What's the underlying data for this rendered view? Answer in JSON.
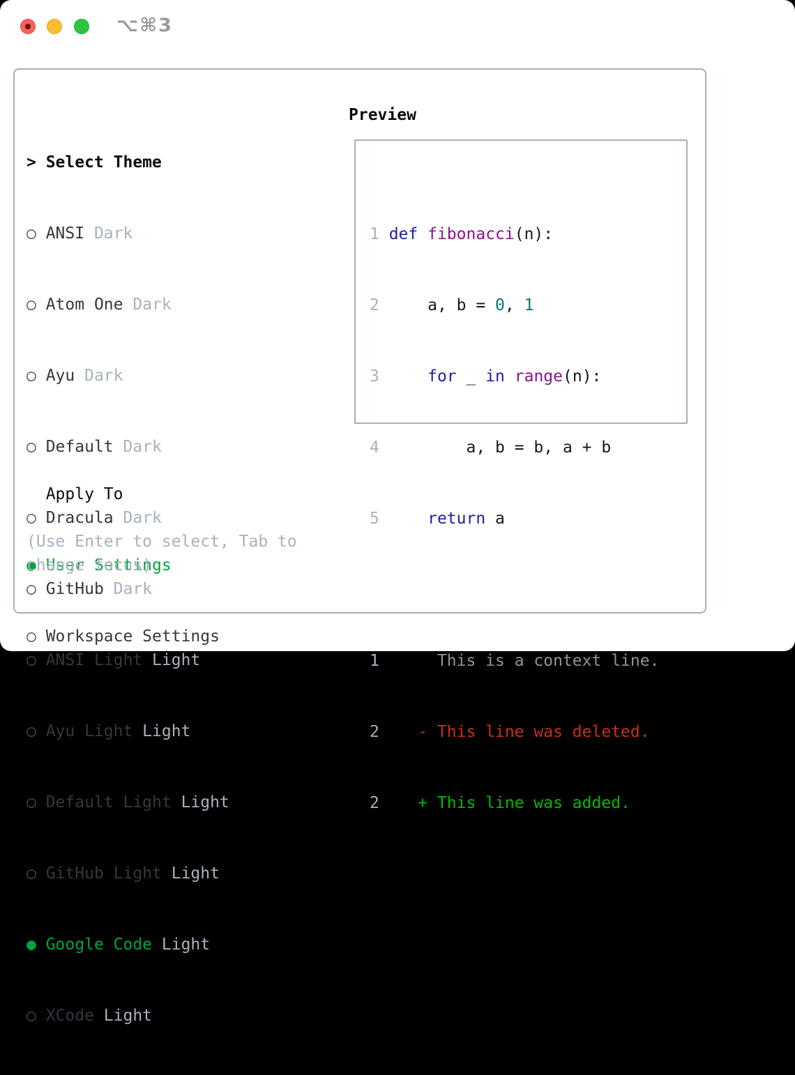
{
  "window": {
    "titlebar": {
      "shortcut_label": "⌥⌘3",
      "buttons": [
        "close",
        "minimize",
        "zoom"
      ]
    }
  },
  "theme_picker": {
    "heading": {
      "marker": ">",
      "label": "Select Theme"
    },
    "themes": [
      {
        "marker": "○",
        "name": "ANSI",
        "tag": "Dark",
        "selected": false
      },
      {
        "marker": "○",
        "name": "Atom One",
        "tag": "Dark",
        "selected": false
      },
      {
        "marker": "○",
        "name": "Ayu",
        "tag": "Dark",
        "selected": false
      },
      {
        "marker": "○",
        "name": "Default",
        "tag": "Dark",
        "selected": false
      },
      {
        "marker": "○",
        "name": "Dracula",
        "tag": "Dark",
        "selected": false
      },
      {
        "marker": "○",
        "name": "GitHub",
        "tag": "Dark",
        "selected": false
      },
      {
        "marker": "○",
        "name": "ANSI Light",
        "tag": "Light",
        "selected": false
      },
      {
        "marker": "○",
        "name": "Ayu Light",
        "tag": "Light",
        "selected": false
      },
      {
        "marker": "○",
        "name": "Default Light",
        "tag": "Light",
        "selected": false
      },
      {
        "marker": "○",
        "name": "GitHub Light",
        "tag": "Light",
        "selected": false
      },
      {
        "marker": "●",
        "name": "Google Code",
        "tag": "Light",
        "selected": true
      },
      {
        "marker": "○",
        "name": "XCode",
        "tag": "Light",
        "selected": false
      }
    ],
    "apply_to": {
      "heading": "Apply To",
      "options": [
        {
          "marker": "●",
          "label": "User Settings",
          "selected": true
        },
        {
          "marker": "○",
          "label": "Workspace Settings",
          "selected": false
        }
      ]
    },
    "help_text": "(Use Enter to select, Tab to change focus)"
  },
  "preview": {
    "heading": "Preview",
    "code_lines": [
      {
        "num": "1",
        "tokens": [
          {
            "c": "kw",
            "t": "def"
          },
          {
            "c": "pln",
            "t": " "
          },
          {
            "c": "fn",
            "t": "fibonacci"
          },
          {
            "c": "pln",
            "t": "(n):"
          }
        ]
      },
      {
        "num": "2",
        "tokens": [
          {
            "c": "pln",
            "t": "    a, b = "
          },
          {
            "c": "lit",
            "t": "0"
          },
          {
            "c": "pln",
            "t": ", "
          },
          {
            "c": "lit",
            "t": "1"
          }
        ]
      },
      {
        "num": "3",
        "tokens": [
          {
            "c": "pln",
            "t": "    "
          },
          {
            "c": "kw",
            "t": "for"
          },
          {
            "c": "pln",
            "t": " _ "
          },
          {
            "c": "kw",
            "t": "in"
          },
          {
            "c": "pln",
            "t": " "
          },
          {
            "c": "fn",
            "t": "range"
          },
          {
            "c": "pln",
            "t": "(n):"
          }
        ]
      },
      {
        "num": "4",
        "tokens": [
          {
            "c": "pln",
            "t": "        a, b = b, a + b"
          }
        ]
      },
      {
        "num": "5",
        "tokens": [
          {
            "c": "pln",
            "t": "    "
          },
          {
            "c": "kw",
            "t": "return"
          },
          {
            "c": "pln",
            "t": " a"
          }
        ]
      }
    ],
    "diff_lines": [
      {
        "num": "1",
        "c": "ctx",
        "t": "     This is a context line."
      },
      {
        "num": "2",
        "c": "del",
        "t": "   - This line was deleted."
      },
      {
        "num": "2",
        "c": "add",
        "t": "   + This line was added."
      }
    ]
  },
  "colors": {
    "selection_green": "#00a43e",
    "diff_added_green": "#00ba00",
    "diff_removed_red": "#c43119",
    "context_gray": "#8d939b",
    "muted_gray": "#a8b2bd",
    "keyword_blue": "#1e1ea8",
    "function_purple": "#8c148c",
    "number_teal": "#0a7378",
    "text_dark": "#33383f",
    "border_gray": "#a6aeb9",
    "traffic_red": "#f4635a",
    "traffic_yellow": "#fcbd2e",
    "traffic_green": "#2dc53f"
  }
}
